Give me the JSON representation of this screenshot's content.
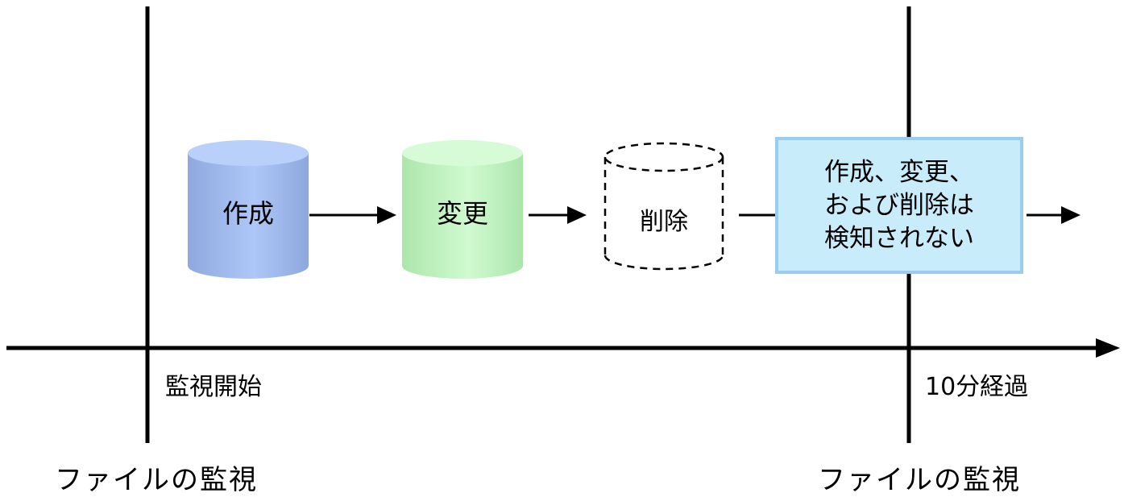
{
  "steps": {
    "create": "作成",
    "modify": "変更",
    "delete": "削除"
  },
  "note": {
    "lines": [
      "作成、変更、",
      "および削除は",
      "検知されない"
    ]
  },
  "timeline": {
    "start_label": "監視開始",
    "end_label": "10分経過"
  },
  "file_watch": {
    "start_label": "ファイルの監視",
    "end_label": "ファイルの監視"
  },
  "colors": {
    "create_fill": "#a6c0f3",
    "modify_fill": "#c6f6c6",
    "note_fill": "#c9ecfb",
    "note_border": "#99ccee"
  }
}
